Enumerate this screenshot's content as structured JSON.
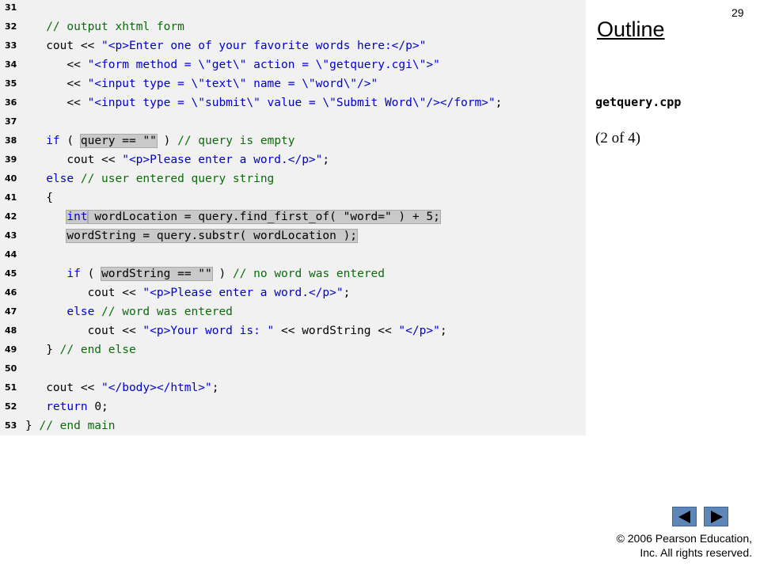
{
  "slide": {
    "number": "29",
    "outline_title": "Outline",
    "file_name": "getquery.cpp",
    "page_of": "(2 of 4)",
    "copyright_line1": "© 2006 Pearson Education,",
    "copyright_line2": "Inc.  All rights reserved."
  },
  "navigation": {
    "prev_icon": "arrow-left-icon",
    "next_icon": "arrow-right-icon",
    "button_color": "#5f86b8"
  },
  "colors": {
    "code_background": "#f1f1f1",
    "keyword": "#0000cc",
    "string": "#0000cc",
    "comment": "#0b6b0b",
    "highlight": "#c9c9c9"
  },
  "code": {
    "lines": [
      {
        "n": "31",
        "tokens": []
      },
      {
        "n": "32",
        "tokens": [
          [
            "pl",
            "   "
          ],
          [
            "cm",
            "// output xhtml form"
          ]
        ]
      },
      {
        "n": "33",
        "tokens": [
          [
            "pl",
            "   cout << "
          ],
          [
            "str",
            "\"<p>Enter one of your favorite words here:</p>\""
          ]
        ]
      },
      {
        "n": "34",
        "tokens": [
          [
            "pl",
            "      << "
          ],
          [
            "str",
            "\"<form method = \\\"get\\\" action = \\\"getquery.cgi\\\">\""
          ]
        ]
      },
      {
        "n": "35",
        "tokens": [
          [
            "pl",
            "      << "
          ],
          [
            "str",
            "\"<input type = \\\"text\\\" name = \\\"word\\\"/>\""
          ]
        ]
      },
      {
        "n": "36",
        "tokens": [
          [
            "pl",
            "      << "
          ],
          [
            "str",
            "\"<input type = \\\"submit\\\" value = \\\"Submit Word\\\"/></form>\""
          ],
          [
            "pl",
            ";"
          ]
        ]
      },
      {
        "n": "37",
        "tokens": []
      },
      {
        "n": "38",
        "tokens": [
          [
            "pl",
            "   "
          ],
          [
            "kw",
            "if"
          ],
          [
            "pl",
            " ( "
          ],
          [
            "hl",
            "query == \"\""
          ],
          [
            "pl",
            " ) "
          ],
          [
            "cm",
            "// query is empty"
          ]
        ]
      },
      {
        "n": "39",
        "tokens": [
          [
            "pl",
            "      cout << "
          ],
          [
            "str",
            "\"<p>Please enter a word.</p>\""
          ],
          [
            "pl",
            ";"
          ]
        ]
      },
      {
        "n": "40",
        "tokens": [
          [
            "pl",
            "   "
          ],
          [
            "kw",
            "else"
          ],
          [
            "pl",
            " "
          ],
          [
            "cm",
            "// user entered query string"
          ]
        ]
      },
      {
        "n": "41",
        "tokens": [
          [
            "pl",
            "   {"
          ]
        ]
      },
      {
        "n": "42",
        "tokens": [
          [
            "pl",
            "      "
          ],
          [
            "hlkw",
            "int"
          ],
          [
            "hl",
            " wordLocation = query.find_first_of( \"word=\" ) + 5;"
          ]
        ]
      },
      {
        "n": "43",
        "tokens": [
          [
            "pl",
            "      "
          ],
          [
            "hl",
            "wordString = query.substr( wordLocation );"
          ]
        ]
      },
      {
        "n": "44",
        "tokens": []
      },
      {
        "n": "45",
        "tokens": [
          [
            "pl",
            "      "
          ],
          [
            "kw",
            "if"
          ],
          [
            "pl",
            " ( "
          ],
          [
            "hl",
            "wordString == \"\""
          ],
          [
            "pl",
            " ) "
          ],
          [
            "cm",
            "// no word was entered"
          ]
        ]
      },
      {
        "n": "46",
        "tokens": [
          [
            "pl",
            "         cout << "
          ],
          [
            "str",
            "\"<p>Please enter a word.</p>\""
          ],
          [
            "pl",
            ";"
          ]
        ]
      },
      {
        "n": "47",
        "tokens": [
          [
            "pl",
            "      "
          ],
          [
            "kw",
            "else"
          ],
          [
            "pl",
            " "
          ],
          [
            "cm",
            "// word was entered"
          ]
        ]
      },
      {
        "n": "48",
        "tokens": [
          [
            "pl",
            "         cout << "
          ],
          [
            "str",
            "\"<p>Your word is: \""
          ],
          [
            "pl",
            " << wordString << "
          ],
          [
            "str",
            "\"</p>\""
          ],
          [
            "pl",
            ";"
          ]
        ]
      },
      {
        "n": "49",
        "tokens": [
          [
            "pl",
            "   } "
          ],
          [
            "cm",
            "// end else"
          ]
        ]
      },
      {
        "n": "50",
        "tokens": []
      },
      {
        "n": "51",
        "tokens": [
          [
            "pl",
            "   cout << "
          ],
          [
            "str",
            "\"</body></html>\""
          ],
          [
            "pl",
            ";"
          ]
        ]
      },
      {
        "n": "52",
        "tokens": [
          [
            "pl",
            "   "
          ],
          [
            "kw",
            "return"
          ],
          [
            "pl",
            " 0;"
          ]
        ]
      },
      {
        "n": "53",
        "tokens": [
          [
            "pl",
            "} "
          ],
          [
            "cm",
            "// end main"
          ]
        ]
      }
    ]
  }
}
